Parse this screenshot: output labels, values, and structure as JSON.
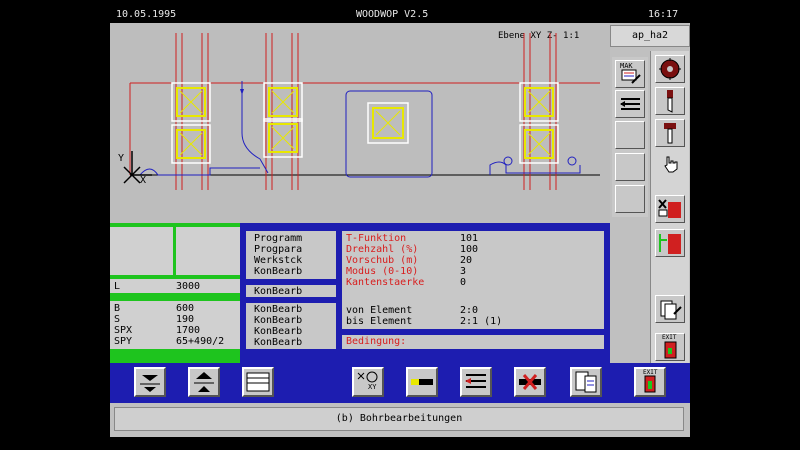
{
  "header": {
    "date": "10.05.1995",
    "app_title": "WOODWOP V2.5",
    "time": "16:17"
  },
  "viewport": {
    "view_label": "Ebene XY Z- 1:1",
    "axis_y": "Y",
    "axis_x": "X"
  },
  "side": {
    "program_name": "ap_ha2"
  },
  "dims": {
    "l_label": "L",
    "l_value": "3000",
    "b_label": "B",
    "b_value": "600",
    "s_label": "S",
    "s_value": "190",
    "spx_label": "SPX",
    "spx_value": "1700",
    "spy_label": "SPY",
    "spy_value": "65+490/2"
  },
  "menu": {
    "top_items": [
      "Programm",
      "Progpara",
      "Werkstck",
      "KonBearb"
    ],
    "mid_item": "KonBearb",
    "bottom_items": [
      "KonBearb",
      "KonBearb",
      "KonBearb",
      "KonBearb"
    ]
  },
  "params": {
    "rows": [
      {
        "label": "T-Funktion",
        "value": "101"
      },
      {
        "label": "Drehzahl (%)",
        "value": "100"
      },
      {
        "label": "Vorschub (m)",
        "value": "20"
      },
      {
        "label": "Modus (0-10)",
        "value": "3"
      },
      {
        "label": "Kantenstaerke",
        "value": "0"
      }
    ],
    "from_label": "von Element",
    "from_value": "2:0",
    "to_label": "bis Element",
    "to_value": "2:1 (1)",
    "cond_label": "Bedingung:",
    "label_color": "#d81e1e"
  },
  "status": {
    "message": "(b) Bohrbearbeitungen"
  },
  "toolbar": {
    "exit_label": "EXIT",
    "icon_xy": "XY"
  },
  "tools_side": {
    "mak_label": "MAK",
    "exit_label": "EXIT"
  }
}
